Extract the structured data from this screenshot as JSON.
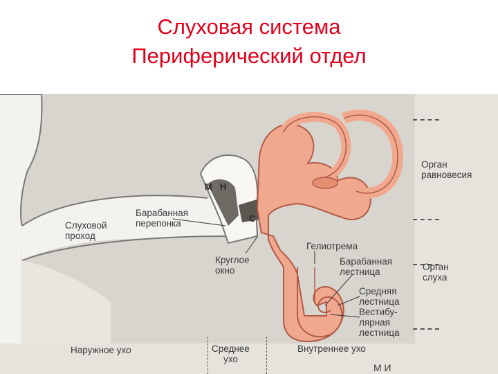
{
  "title": {
    "line1": "Слуховая система",
    "line2": "Периферический отдел"
  },
  "labels": {
    "auditory_canal": [
      "Слуховой",
      "проход"
    ],
    "tympanic_membrane": [
      "Барабанная",
      "перепонка"
    ],
    "round_window": [
      "Круглое",
      "окно"
    ],
    "helicotrema": "Гелиотрема",
    "scala_tympani": [
      "Барабанная",
      "лестница"
    ],
    "scala_media": [
      "Средняя",
      "лестница"
    ],
    "scala_vestibuli": [
      "Вестибу-",
      "лярная",
      "лестница"
    ],
    "organ_balance": [
      "Орган",
      "равновесия"
    ],
    "organ_hearing": [
      "Орган",
      "слуха"
    ],
    "outer_ear": "Наружное ухо",
    "middle_ear": [
      "Среднее",
      "ухо"
    ],
    "inner_ear": "Внутреннее ухо",
    "ossicle_m": "М",
    "ossicle_n": "Н",
    "ossicle_s": "С",
    "corner_text": "М          И"
  },
  "colors": {
    "title": "#e2001a",
    "inner_ear": "#f0a98f",
    "inner_ear_stroke": "#b25a45",
    "bone": "#d3d0c8",
    "canal": "#f4f2ee"
  }
}
